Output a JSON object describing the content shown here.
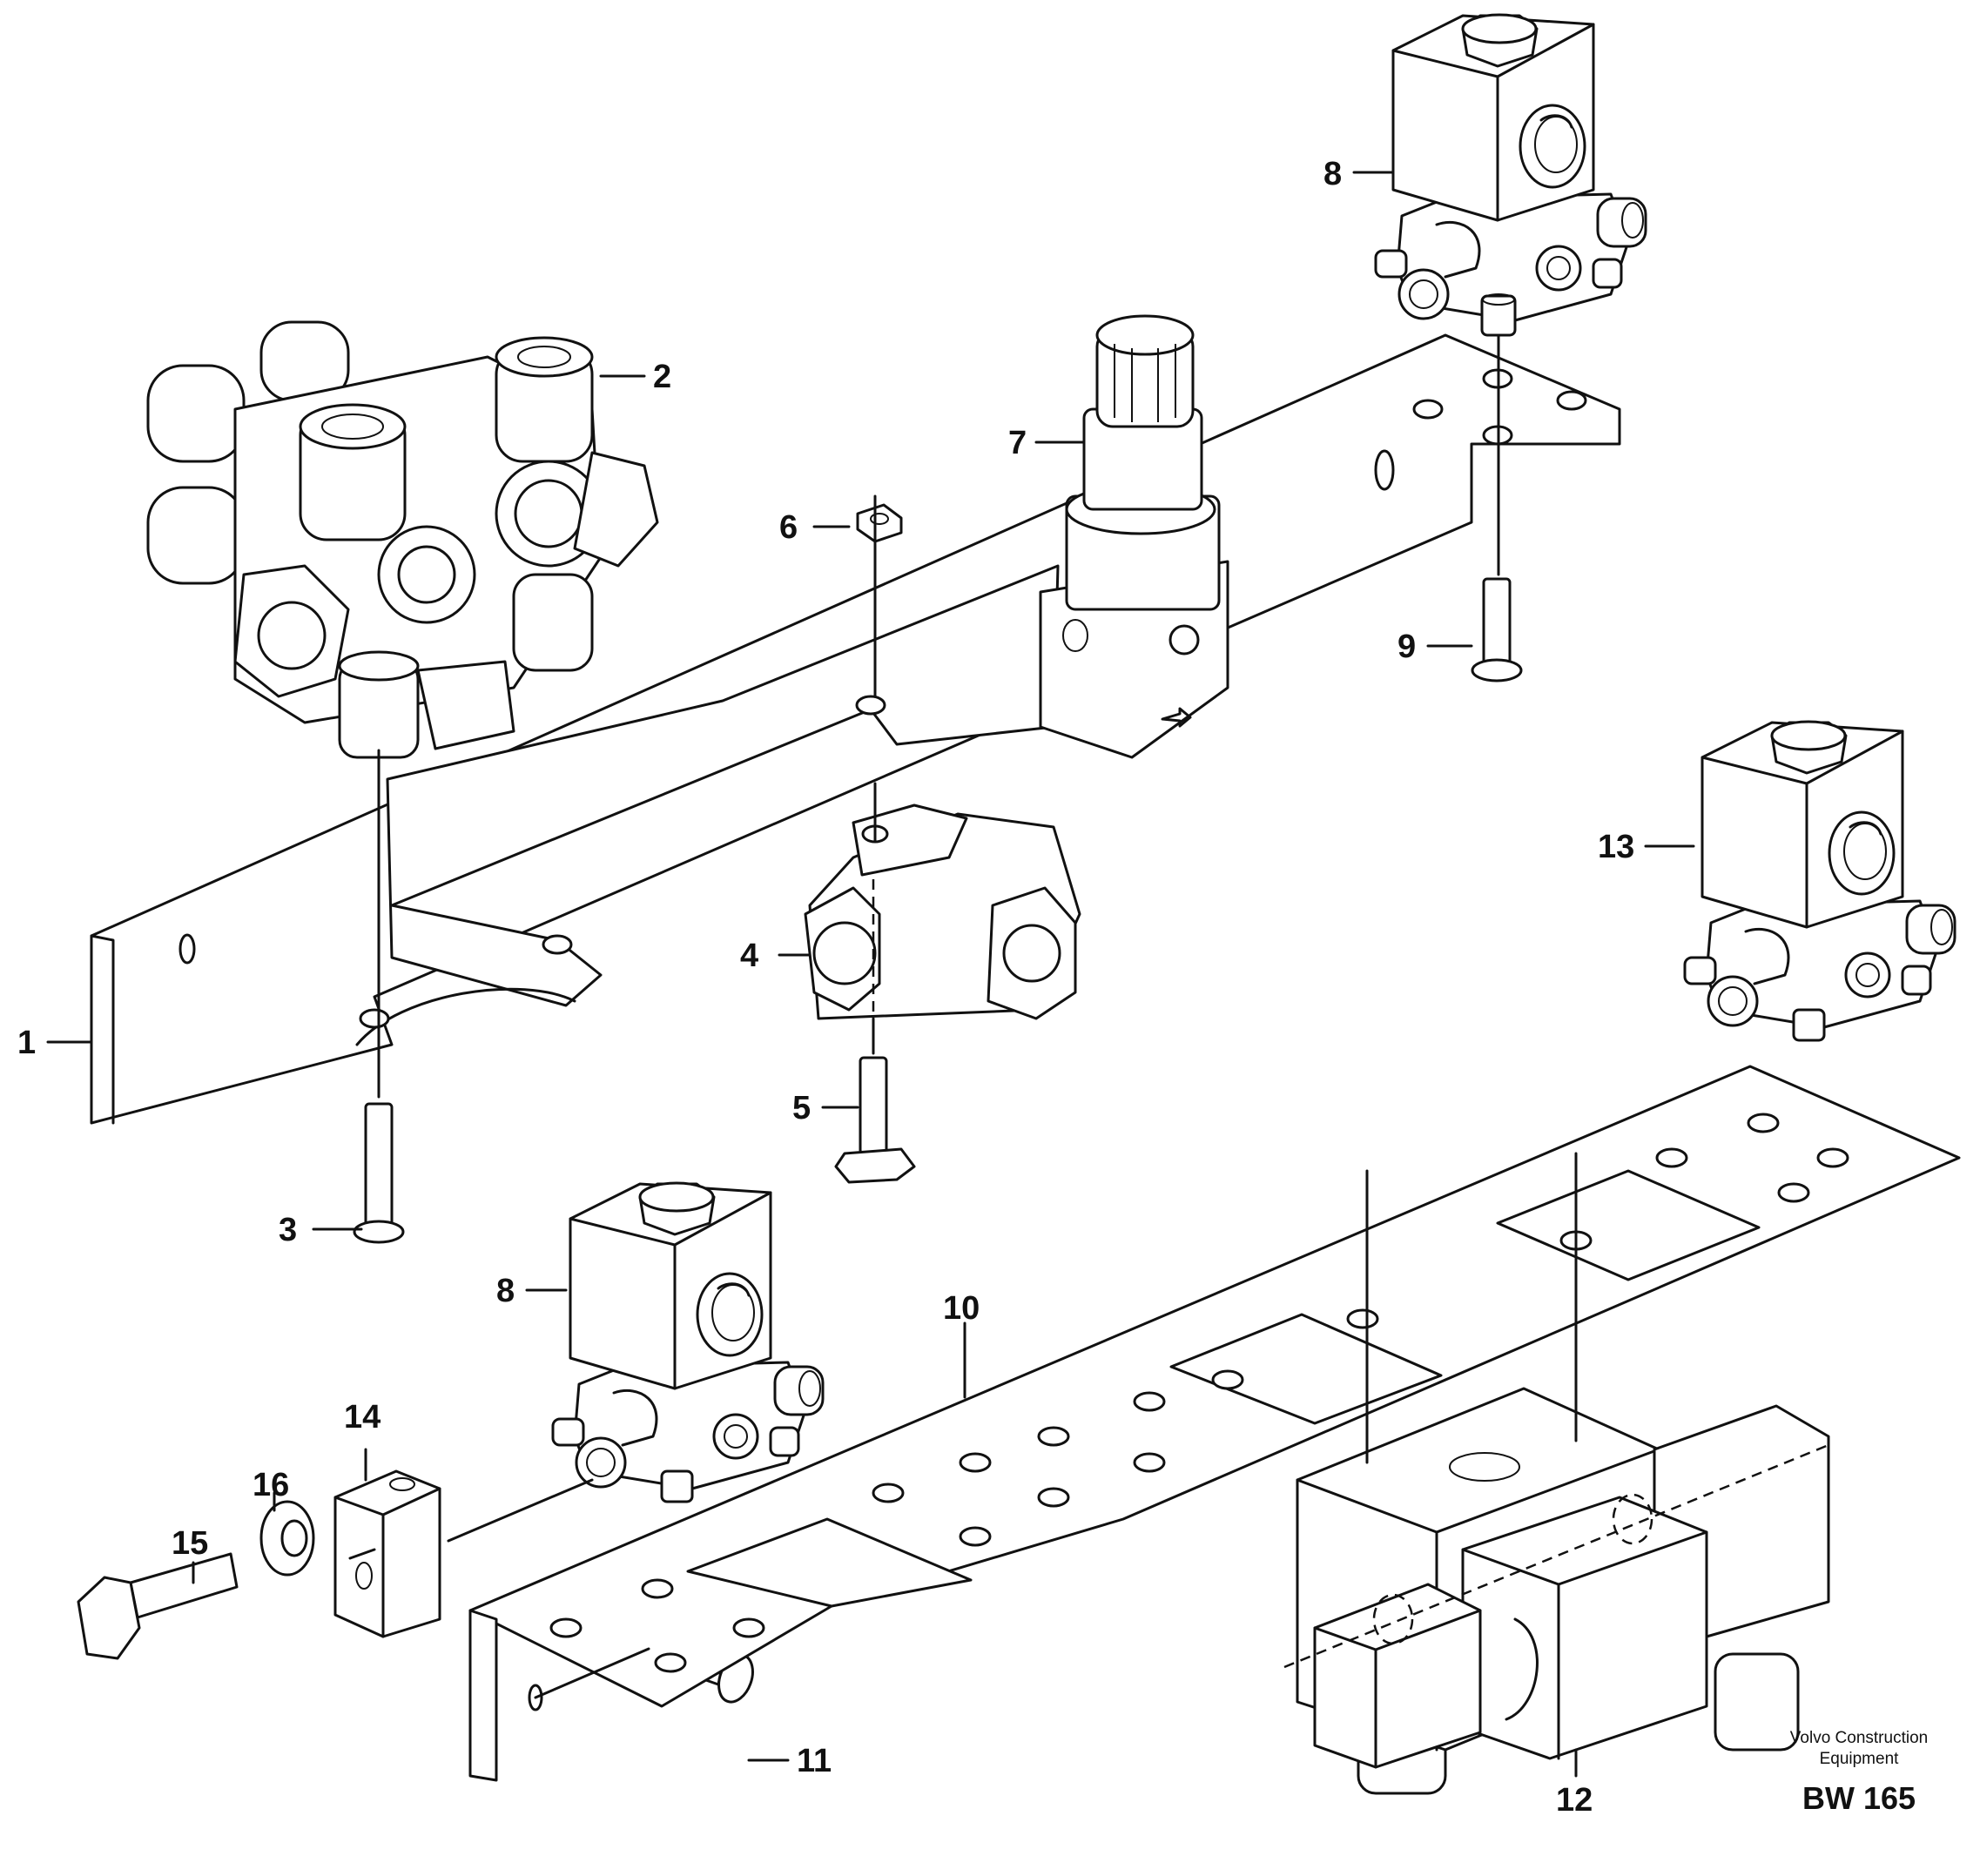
{
  "callouts": {
    "c1": "1",
    "c2": "2",
    "c3": "3",
    "c4": "4",
    "c5": "5",
    "c6": "6",
    "c7": "7",
    "c8a": "8",
    "c8b": "8",
    "c9": "9",
    "c10": "10",
    "c11": "11",
    "c12": "12",
    "c13": "13",
    "c14": "14",
    "c15": "15",
    "c16": "16"
  },
  "credit": {
    "line1": "Volvo Construction",
    "line2": "Equipment"
  },
  "drawing_code": "BW 165",
  "colors": {
    "ink": "#111111",
    "paper": "#ffffff"
  }
}
